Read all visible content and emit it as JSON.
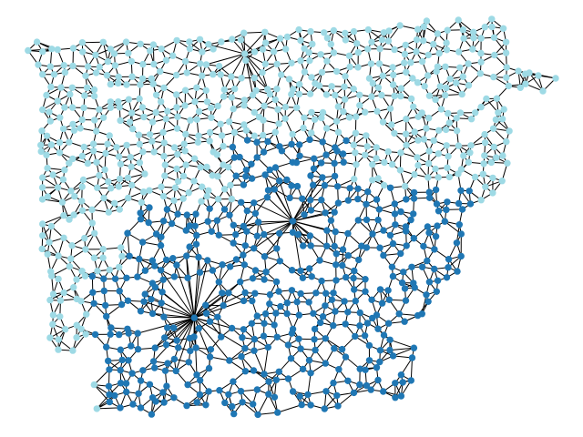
{
  "diagram": {
    "kind": "network-graph",
    "layout": "planar-mesh",
    "edge_color": "#000000",
    "groups": [
      {
        "id": "group-light",
        "color": "#9edae5",
        "region": "upper"
      },
      {
        "id": "group-dark",
        "color": "#1f77b4",
        "region": "lower"
      }
    ]
  }
}
